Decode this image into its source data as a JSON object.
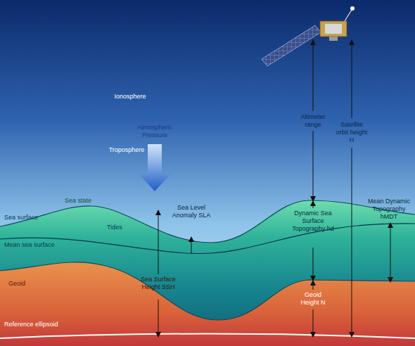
{
  "diagram": {
    "labels": [
      "Ionosphere",
      "Troposphere",
      "Atmospheric Pressure",
      "Sea state",
      "Sea surface",
      "Mean sea surface",
      "Tides",
      "Sea Level Anomaly SLA",
      "Sea Surface Height SSH",
      "Geoid",
      "Reference ellipsoid",
      "Altimeter range",
      "Satellite orbit height H",
      "Dynamic Sea Surface Topography hd",
      "Geoid Height N",
      "Mean Dynamic Topography hMDT"
    ]
  }
}
